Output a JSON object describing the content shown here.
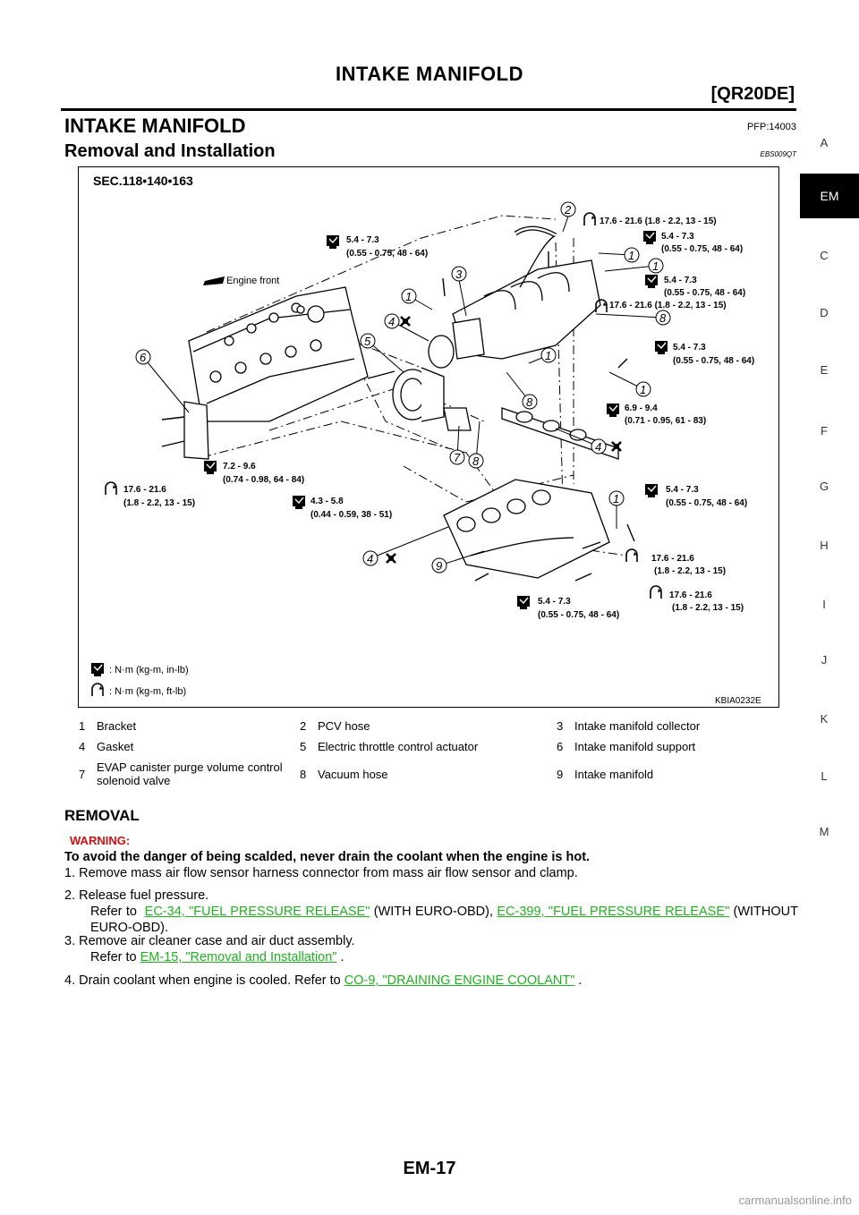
{
  "header": {
    "title": "INTAKE MANIFOLD",
    "engine": "[QR20DE]"
  },
  "section": {
    "title": "INTAKE MANIFOLD",
    "code": "PFP:14003"
  },
  "subsection": {
    "title": "Removal and Installation",
    "code": "EBS009QT"
  },
  "side_tabs": [
    "A",
    "EM",
    "C",
    "D",
    "E",
    "F",
    "G",
    "H",
    "I",
    "J",
    "K",
    "L",
    "M"
  ],
  "side_tab_active": "EM",
  "figure": {
    "sec": "SEC.118•140•163",
    "engine_front": "Engine front",
    "fig_id": "KBIA0232E",
    "legend": {
      "nm_in": ": N·m  (kg-m,  in-lb)",
      "nm_ft": ": N·m  (kg-m,  ft-lb)"
    },
    "callouts": [
      "1",
      "2",
      "3",
      "4",
      "5",
      "6",
      "7",
      "8",
      "9"
    ],
    "torques": {
      "t1": "17.6 - 21.6 (1.8 - 2.2, 13 - 15)",
      "t2a": "5.4 - 7.3",
      "t2b": "(0.55 - 0.75, 48 - 64)",
      "t3a": "5.4 - 7.3",
      "t3b": "(0.55 - 0.75, 48 - 64)",
      "t4a": "5.4 - 7.3",
      "t4b": "(0.55 - 0.75, 48 - 64)",
      "t5": "17.6 - 21.6 (1.8 - 2.2, 13 - 15)",
      "t6a": "5.4 - 7.3",
      "t6b": "(0.55 - 0.75, 48 - 64)",
      "t7a": "6.9 - 9.4",
      "t7b": "(0.71 - 0.95, 61 - 83)",
      "t8a": "7.2 - 9.6",
      "t8b": "(0.74 - 0.98, 64 - 84)",
      "t9a": "17.6 - 21.6",
      "t9b": "(1.8 - 2.2, 13 - 15)",
      "t10a": "4.3 - 5.8",
      "t10b": "(0.44 - 0.59, 38 - 51)",
      "t11a": "5.4 - 7.3",
      "t11b": "(0.55 - 0.75, 48 - 64)",
      "t12a": "17.6 - 21.6",
      "t12b": "(1.8 - 2.2, 13 - 15)",
      "t13a": "17.6 - 21.6",
      "t13b": "(1.8 - 2.2, 13 - 15)",
      "t14a": "5.4 - 7.3",
      "t14b": "(0.55 - 0.75, 48 - 64)"
    }
  },
  "parts": [
    [
      {
        "n": "1",
        "label": "Bracket"
      },
      {
        "n": "2",
        "label": "PCV hose"
      },
      {
        "n": "3",
        "label": "Intake manifold collector"
      }
    ],
    [
      {
        "n": "4",
        "label": "Gasket"
      },
      {
        "n": "5",
        "label": "Electric throttle control actuator"
      },
      {
        "n": "6",
        "label": "Intake manifold support"
      }
    ],
    [
      {
        "n": "7",
        "label": "EVAP canister purge volume control solenoid valve"
      },
      {
        "n": "8",
        "label": "Vacuum hose"
      },
      {
        "n": "9",
        "label": "Intake manifold"
      }
    ]
  ],
  "removal": {
    "heading": "REMOVAL",
    "warning_label": "WARNING:",
    "warning_text": "To avoid the danger of being scalded, never drain the coolant when the engine is hot.",
    "s1": "1.  Remove mass air flow sensor harness connector from mass air flow sensor and clamp.",
    "s2": "2.  Release fuel pressure.",
    "s2_refer": "Refer to",
    "s2_link1": "EC-34, \"FUEL PRESSURE RELEASE\"",
    "s2_mid": " (WITH EURO-OBD), ",
    "s2_link2": "EC-399, \"FUEL PRESSURE RELEASE\"",
    "s2_end": " (WITHOUT EURO-OBD).",
    "s3": "3.  Remove air cleaner case and air duct assembly.",
    "s3_refer": "Refer to ",
    "s3_link": "EM-15, \"Removal and Installation\"",
    "s3_end": " .",
    "s4": "4.  Drain coolant when engine is cooled. Refer to ",
    "s4_link": "CO-9, \"DRAINING ENGINE COOLANT\"",
    "s4_end": " ."
  },
  "page_number": "EM-17",
  "watermark": "carmanualsonline.info"
}
